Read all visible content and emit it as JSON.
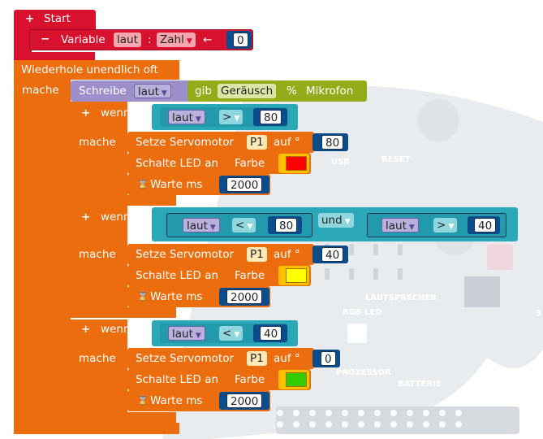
{
  "background": {
    "board_labels": {
      "usb": "USB",
      "reset": "RESET",
      "lautsprecher": "LAUTSPRECHER",
      "rgb_led": "RGB LED",
      "prozessor": "PROZESSOR",
      "batterie": "BATTERIE",
      "edge_number": "3"
    }
  },
  "start_block": {
    "label": "Start",
    "plus": "+"
  },
  "variable_block": {
    "minus": "−",
    "prefix": "Variable",
    "name": "laut",
    "colon": ":",
    "type": "Zahl",
    "arrow": "←",
    "value": "0"
  },
  "loop_block": {
    "label": "Wiederhole unendlich oft",
    "do_label": "mache"
  },
  "write_block": {
    "label": "Schreibe",
    "var": "laut",
    "gib": "gib",
    "sound": "Geräusch",
    "percent": "%",
    "sensor": "Mikrofon"
  },
  "if_blocks": [
    {
      "plus": "+",
      "wenn": "wenn",
      "mache": "mache",
      "var": "laut",
      "op": ">",
      "value": "80",
      "servo": {
        "label": "Setze Servomotor",
        "pin": "P1",
        "auf": "auf °",
        "value": "80"
      },
      "led": {
        "label": "Schalte LED an",
        "farbe": "Farbe",
        "color": "#ff0000"
      },
      "wait": {
        "icon": "hourglass",
        "label": "Warte ms",
        "value": "2000"
      }
    },
    {
      "plus": "+",
      "wenn": "wenn",
      "mache": "mache",
      "var": "laut",
      "op": "<",
      "value": "80",
      "und": "und",
      "var2": "laut",
      "op2": ">",
      "value2": "40",
      "servo": {
        "label": "Setze Servomotor",
        "pin": "P1",
        "auf": "auf °",
        "value": "40"
      },
      "led": {
        "label": "Schalte LED an",
        "farbe": "Farbe",
        "color": "#ffff00"
      },
      "wait": {
        "icon": "hourglass",
        "label": "Warte ms",
        "value": "2000"
      }
    },
    {
      "plus": "+",
      "wenn": "wenn",
      "mache": "mache",
      "var": "laut",
      "op": "<",
      "value": "40",
      "servo": {
        "label": "Setze Servomotor",
        "pin": "P1",
        "auf": "auf °",
        "value": "0"
      },
      "led": {
        "label": "Schalte LED an",
        "farbe": "Farbe",
        "color": "#33cc00"
      },
      "wait": {
        "icon": "hourglass",
        "label": "Warte ms",
        "value": "2000"
      }
    }
  ]
}
